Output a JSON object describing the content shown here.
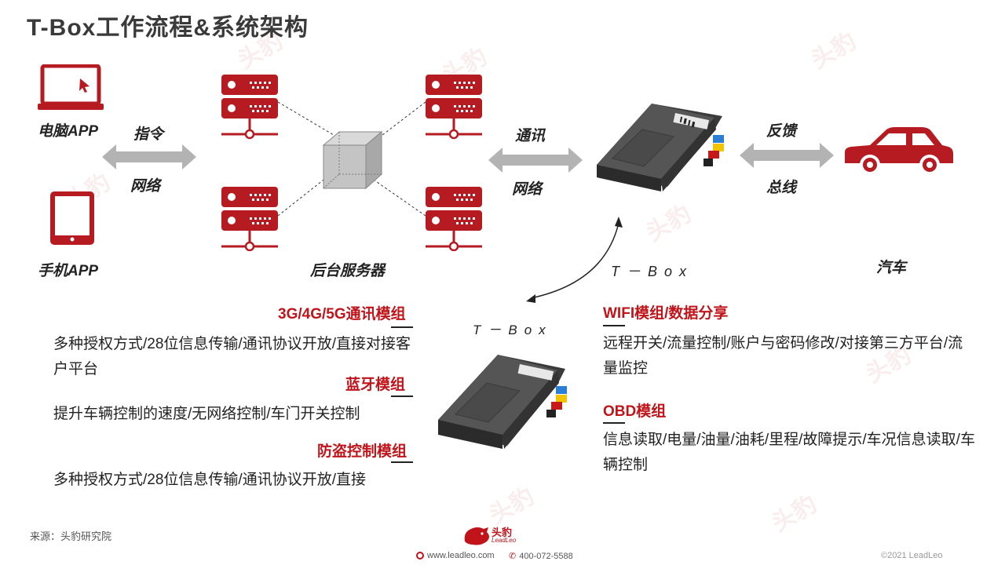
{
  "header": {
    "title": "T-Box工作流程&系统架构"
  },
  "clients": {
    "pc_label": "电脑APP",
    "phone_label": "手机APP"
  },
  "arrows": {
    "client_top": "指令",
    "client_bottom": "网络",
    "server_top": "通讯",
    "server_bottom": "网络",
    "car_top": "反馈",
    "car_bottom": "总线"
  },
  "servers": {
    "label": "后台服务器"
  },
  "tbox": {
    "main_label": "T－Box",
    "sub_label": "T－Box"
  },
  "car": {
    "label": "汽车"
  },
  "modules_left": [
    {
      "title": "3G/4G/5G通讯模组",
      "desc": "多种授权方式/28位信息传输/通讯协议开放/直接对接客户平台"
    },
    {
      "title": "蓝牙模组",
      "desc": "提升车辆控制的速度/无网络控制/车门开关控制"
    },
    {
      "title": "防盗控制模组",
      "desc": "多种授权方式/28位信息传输/通讯协议开放/直接"
    }
  ],
  "modules_right": [
    {
      "title": "WIFI模组/数据分享",
      "desc": "远程开关/流量控制/账户与密码修改/对接第三方平台/流量监控"
    },
    {
      "title": "OBD模组",
      "desc": "信息读取/电量/油量/油耗/里程/故障提示/车况信息读取/车辆控制"
    }
  ],
  "footer": {
    "source": "来源：头豹研究院",
    "brand": "头豹",
    "brand_en": "LeadLeo",
    "website": "www.leadleo.com",
    "phone": "400-072-5588",
    "copyright": "©2021 LeadLeo"
  },
  "colors": {
    "accent": "#c0141a",
    "arrow": "#b3b3b3"
  }
}
